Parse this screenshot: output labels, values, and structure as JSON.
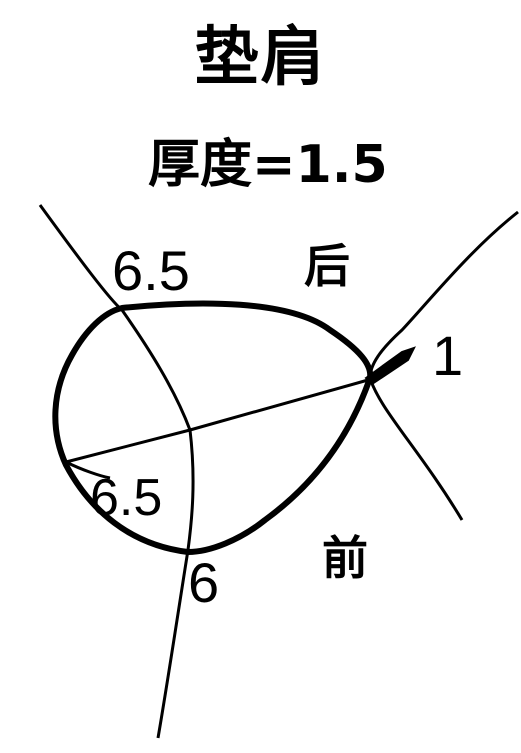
{
  "title": "垫肩",
  "subtitle": "厚度=1.5",
  "labels": {
    "back_shoulder": "6.5",
    "back": "后",
    "shoulder_tip": "1",
    "inner": "6.5",
    "front_bottom": "6",
    "front": "前"
  }
}
